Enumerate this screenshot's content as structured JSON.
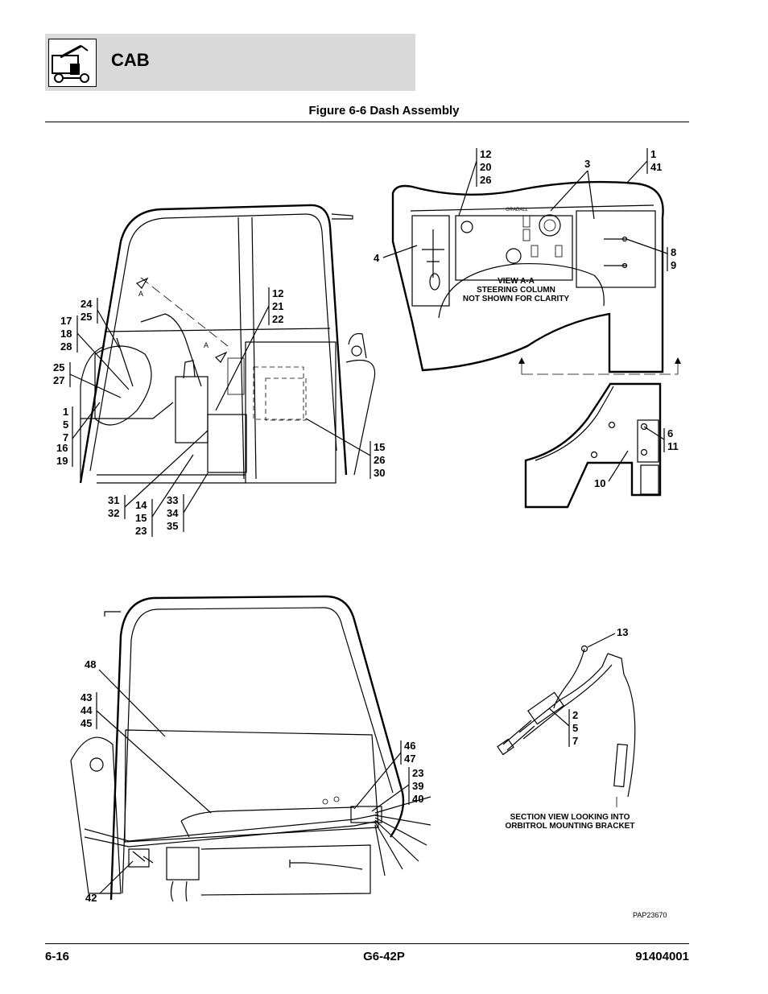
{
  "header": {
    "section_title": "CAB"
  },
  "figure": {
    "title": "Figure 6-6 Dash Assembly"
  },
  "views": {
    "view_aa_caption": [
      "VIEW A-A",
      "STEERING COLUMN",
      "NOT SHOWN FOR CLARITY"
    ],
    "section_caption": [
      "SECTION VIEW LOOKING INTO",
      "ORBITROL MOUNTING BRACKET"
    ],
    "section_marker": "A",
    "drawing_number": "PAP23670"
  },
  "callouts": {
    "c12_20_26": [
      "12",
      "20",
      "26"
    ],
    "c3": [
      "3"
    ],
    "c1_41": [
      "1",
      "41"
    ],
    "c4": [
      "4"
    ],
    "c8_9": [
      "8",
      "9"
    ],
    "c6_11": [
      "6",
      "11"
    ],
    "c10": [
      "10"
    ],
    "c24_25": [
      "24",
      "25"
    ],
    "c17_18_28": [
      "17",
      "18",
      "28"
    ],
    "c25_27": [
      "25",
      "27"
    ],
    "c1_5_7_16_19": [
      "1",
      "5",
      "7",
      "16",
      "19"
    ],
    "c12_21_22": [
      "12",
      "21",
      "22"
    ],
    "c15_26_30": [
      "15",
      "26",
      "30"
    ],
    "c31_32": [
      "31",
      "32"
    ],
    "c14_15_23": [
      "14",
      "15",
      "23"
    ],
    "c33_34_35": [
      "33",
      "34",
      "35"
    ],
    "c48": [
      "48"
    ],
    "c43_44_45": [
      "43",
      "44",
      "45"
    ],
    "c46_47": [
      "46",
      "47"
    ],
    "c23_39_40": [
      "23",
      "39",
      "40"
    ],
    "c42": [
      "42"
    ],
    "c13": [
      "13"
    ],
    "c2_5_7": [
      "2",
      "5",
      "7"
    ]
  },
  "footer": {
    "page": "6-16",
    "model": "G6-42P",
    "part_number": "91404001"
  }
}
